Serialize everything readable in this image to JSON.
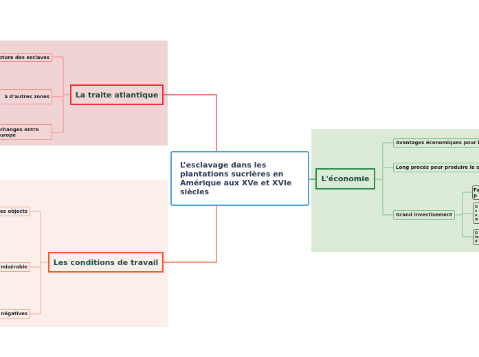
{
  "center": {
    "title": "L’esclavage dans les plantations sucrières en Amérique aux  XVe et XVIe siècles"
  },
  "branches": {
    "traite": {
      "label": "La traite atlantique",
      "color": "#e8303a",
      "children": [
        "pture des esclaves",
        "à d’autres zones",
        "changes entre\nurope"
      ]
    },
    "conditions": {
      "label": "Les conditions de travail",
      "color": "#f05a28",
      "children": [
        "es objects",
        "misérable",
        "négatives"
      ]
    },
    "economie": {
      "label": "L'économie",
      "color": "#2a8a4e",
      "children": [
        "Avantages économiques pour l",
        "Long procés pour produire le s",
        "Grand investisement"
      ],
      "grand_children": [
        "Fa\np",
        "O\nv\na\nm",
        "D\nfo\nd"
      ]
    }
  }
}
